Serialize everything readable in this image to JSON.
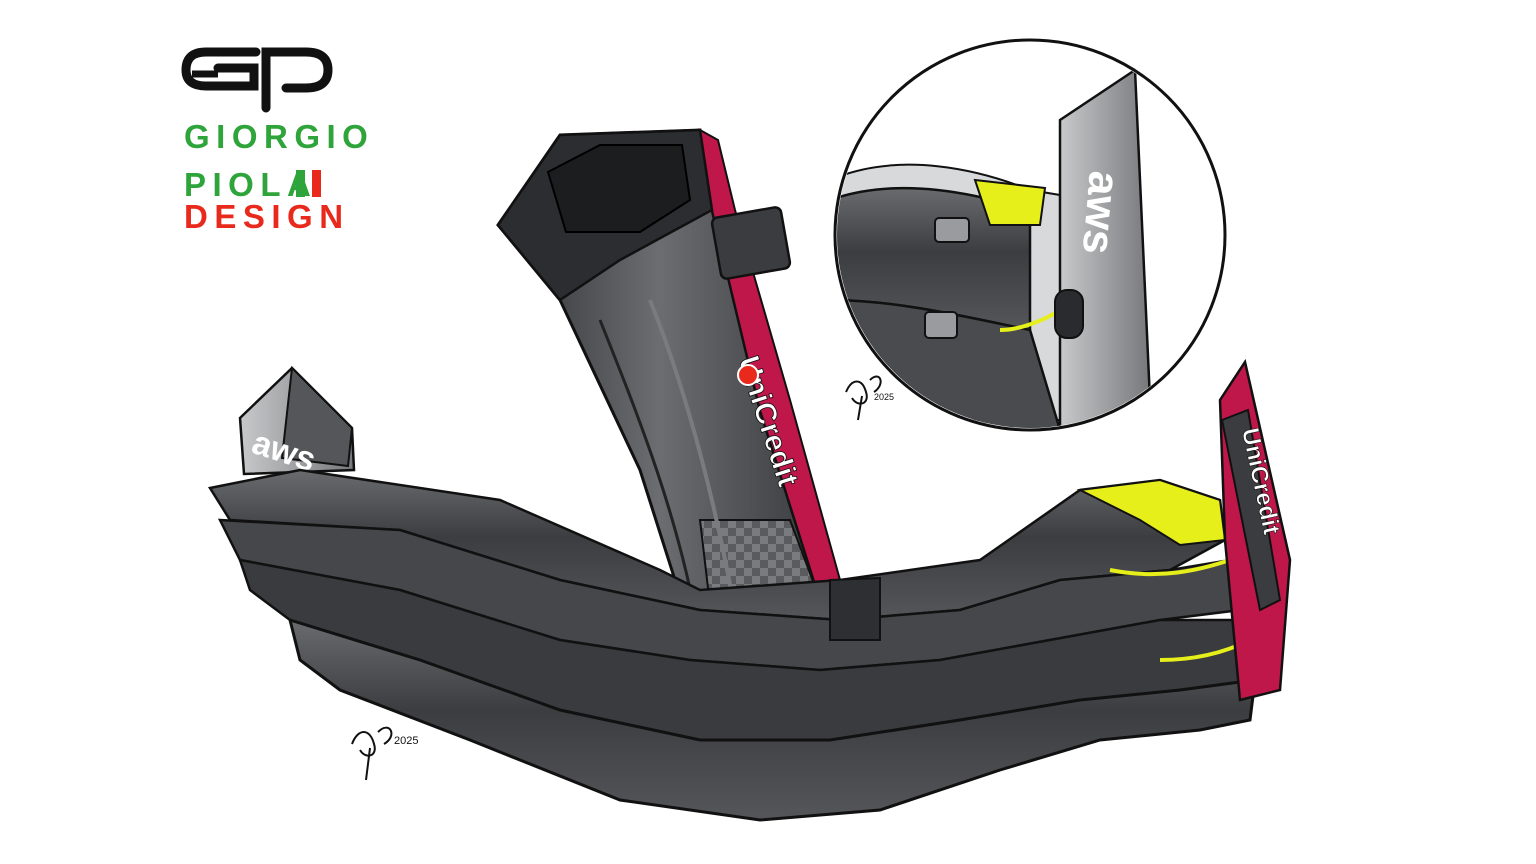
{
  "logo": {
    "line1": "GIORGIO",
    "line2": "PIOLA",
    "line3": "DESIGN",
    "mark": "GP",
    "color_green": "#2ea43a",
    "color_red": "#e8291c",
    "color_black": "#111111"
  },
  "illustration": {
    "sponsor_text": "UniCredit",
    "sponsor_text_alt": "aws",
    "signature": "GP ©2025",
    "signature_year": "2025",
    "accent_yellow": "#e6ef1a",
    "accent_magenta": "#c0174a",
    "carbon_grey": "#4a4b4d"
  }
}
